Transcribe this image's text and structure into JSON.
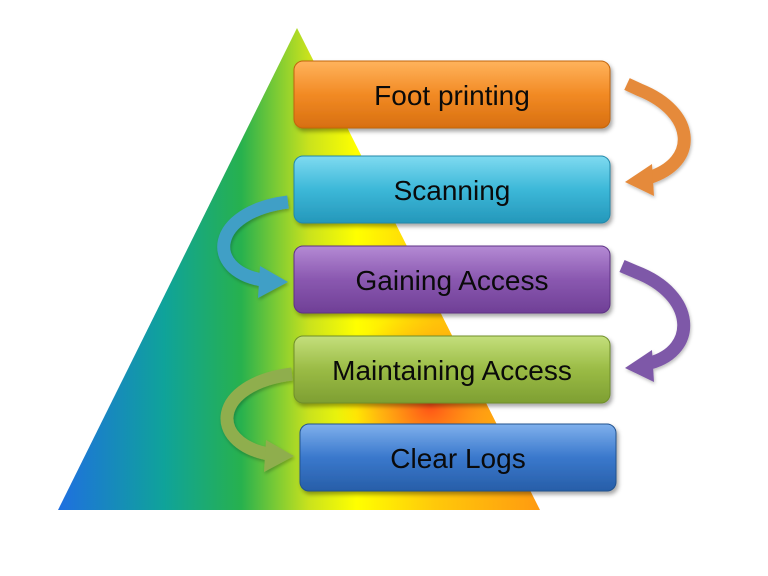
{
  "diagram": {
    "steps": [
      {
        "label": "Foot printing",
        "color": "#f08a24"
      },
      {
        "label": "Scanning",
        "color": "#3cb8d8"
      },
      {
        "label": "Gaining Access",
        "color": "#8a58b0"
      },
      {
        "label": "Maintaining Access",
        "color": "#9abb45"
      },
      {
        "label": "Clear Logs",
        "color": "#3a78cc"
      }
    ],
    "arrows": [
      {
        "from": "Foot printing",
        "to": "Scanning",
        "side": "right",
        "color": "#e58a3a"
      },
      {
        "from": "Scanning",
        "to": "Gaining Access",
        "side": "left",
        "color": "#3f9fc6"
      },
      {
        "from": "Gaining Access",
        "to": "Maintaining Access",
        "side": "right",
        "color": "#7e59a8"
      },
      {
        "from": "Maintaining Access",
        "to": "Clear Logs",
        "side": "left",
        "color": "#8fae4d"
      }
    ],
    "pyramid_colors": [
      "#1f6fe0",
      "#10a88a",
      "#ffff00",
      "#ff6a1a"
    ]
  }
}
